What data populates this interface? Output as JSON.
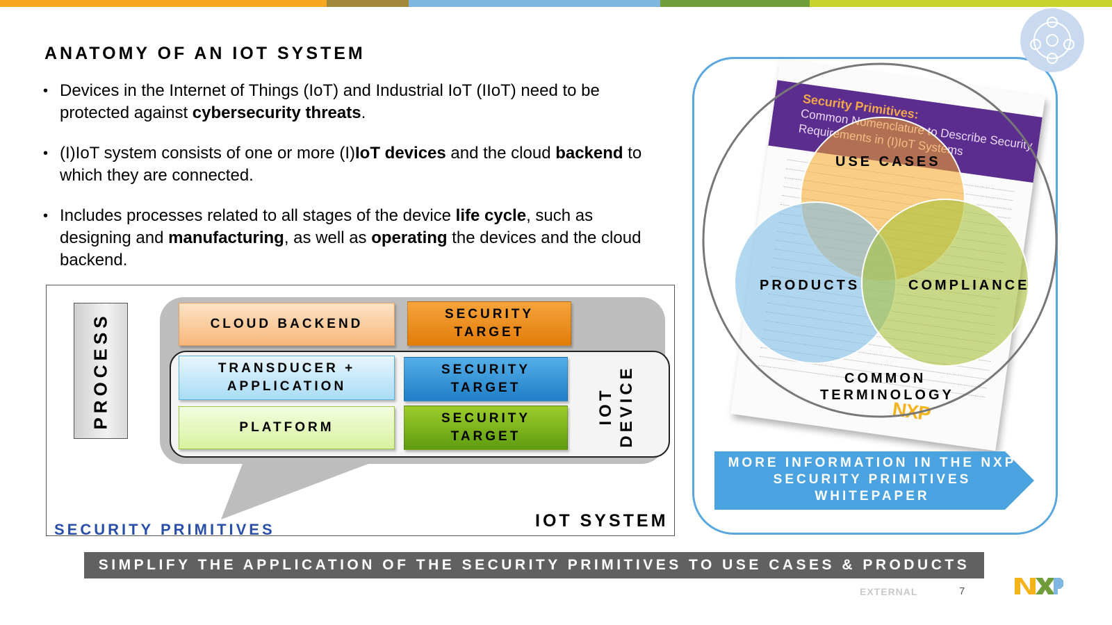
{
  "colors": {
    "top_bar": [
      "#f7a823",
      "#a08a3a",
      "#7fb6e0",
      "#6f9d3a",
      "#c7d32e"
    ],
    "banner_bg": "#616161",
    "accent_blue": "#5aa7e0",
    "security_primitives_text": "#2a4fa8"
  },
  "slide": {
    "title": "ANATOMY OF AN IOT SYSTEM",
    "bullets": [
      {
        "parts": [
          {
            "text": "Devices in the Internet of Things (IoT) and Industrial IoT (IIoT) need to be protected against ",
            "bold": false
          },
          {
            "text": "cybersecurity threats",
            "bold": true
          },
          {
            "text": ".",
            "bold": false
          }
        ]
      },
      {
        "parts": [
          {
            "text": "(I)IoT system consists of one or more (I)",
            "bold": false
          },
          {
            "text": "IoT devices",
            "bold": true
          },
          {
            "text": " and the cloud ",
            "bold": false
          },
          {
            "text": "backend",
            "bold": true
          },
          {
            "text": " to which they are connected.",
            "bold": false
          }
        ]
      },
      {
        "parts": [
          {
            "text": "Includes processes related to all stages of the device ",
            "bold": false
          },
          {
            "text": "life cycle",
            "bold": true
          },
          {
            "text": ", such as designing and ",
            "bold": false
          },
          {
            "text": "manufacturing",
            "bold": true
          },
          {
            "text": ", as well as ",
            "bold": false
          },
          {
            "text": "operating",
            "bold": true
          },
          {
            "text": " the devices and the cloud backend.",
            "bold": false
          }
        ]
      }
    ]
  },
  "diagram": {
    "process": "PROCESS",
    "cloud_backend": "CLOUD BACKEND",
    "security_target_1": "SECURITY TARGET",
    "transducer": "TRANSDUCER + APPLICATION",
    "security_target_2": "SECURITY TARGET",
    "platform": "PLATFORM",
    "security_target_3": "SECURITY TARGET",
    "iot_device": "IOT DEVICE",
    "iot_system": "IOT SYSTEM",
    "security_primitives": "SECURITY PRIMITIVES"
  },
  "whitepaper": {
    "doc_title": "Security Primitives:",
    "doc_subtitle": "Common Nomenclature to Describe Security Requirements in (I)IoT Systems",
    "doc_logo": "NXP",
    "venn": {
      "use_cases": "USE CASES",
      "products": "PRODUCTS",
      "compliance": "COMPLIANCE",
      "common": "COMMON",
      "terminology": "TERMINOLOGY"
    },
    "more_info": "MORE INFORMATION IN THE NXP SECURITY PRIMITIVES WHITEPAPER"
  },
  "footer": {
    "banner": "SIMPLIFY THE APPLICATION OF THE SECURITY PRIMITIVES TO USE CASES & PRODUCTS",
    "classification": "EXTERNAL",
    "page_number": "7",
    "logo": "NXP"
  }
}
